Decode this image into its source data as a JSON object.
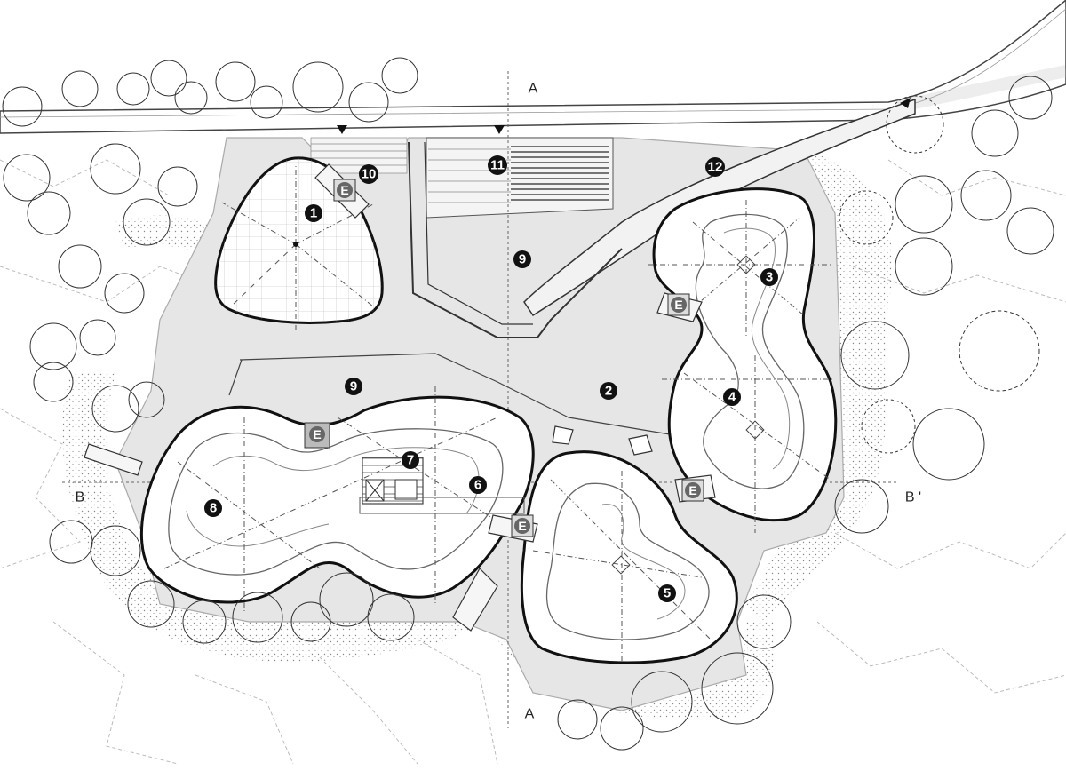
{
  "plan": {
    "section_markers": {
      "a_top": "A",
      "a_bottom": "A",
      "b_left": "B",
      "b_right": "B '"
    },
    "elevator_label": "E",
    "zones": [
      "1",
      "2",
      "3",
      "4",
      "5",
      "6",
      "7",
      "8",
      "9",
      "9",
      "10",
      "11",
      "12"
    ],
    "colors": {
      "paving": "#e6e6e6",
      "line": "#222222",
      "badge": "#111111",
      "elevator_badge": "#666666"
    }
  }
}
